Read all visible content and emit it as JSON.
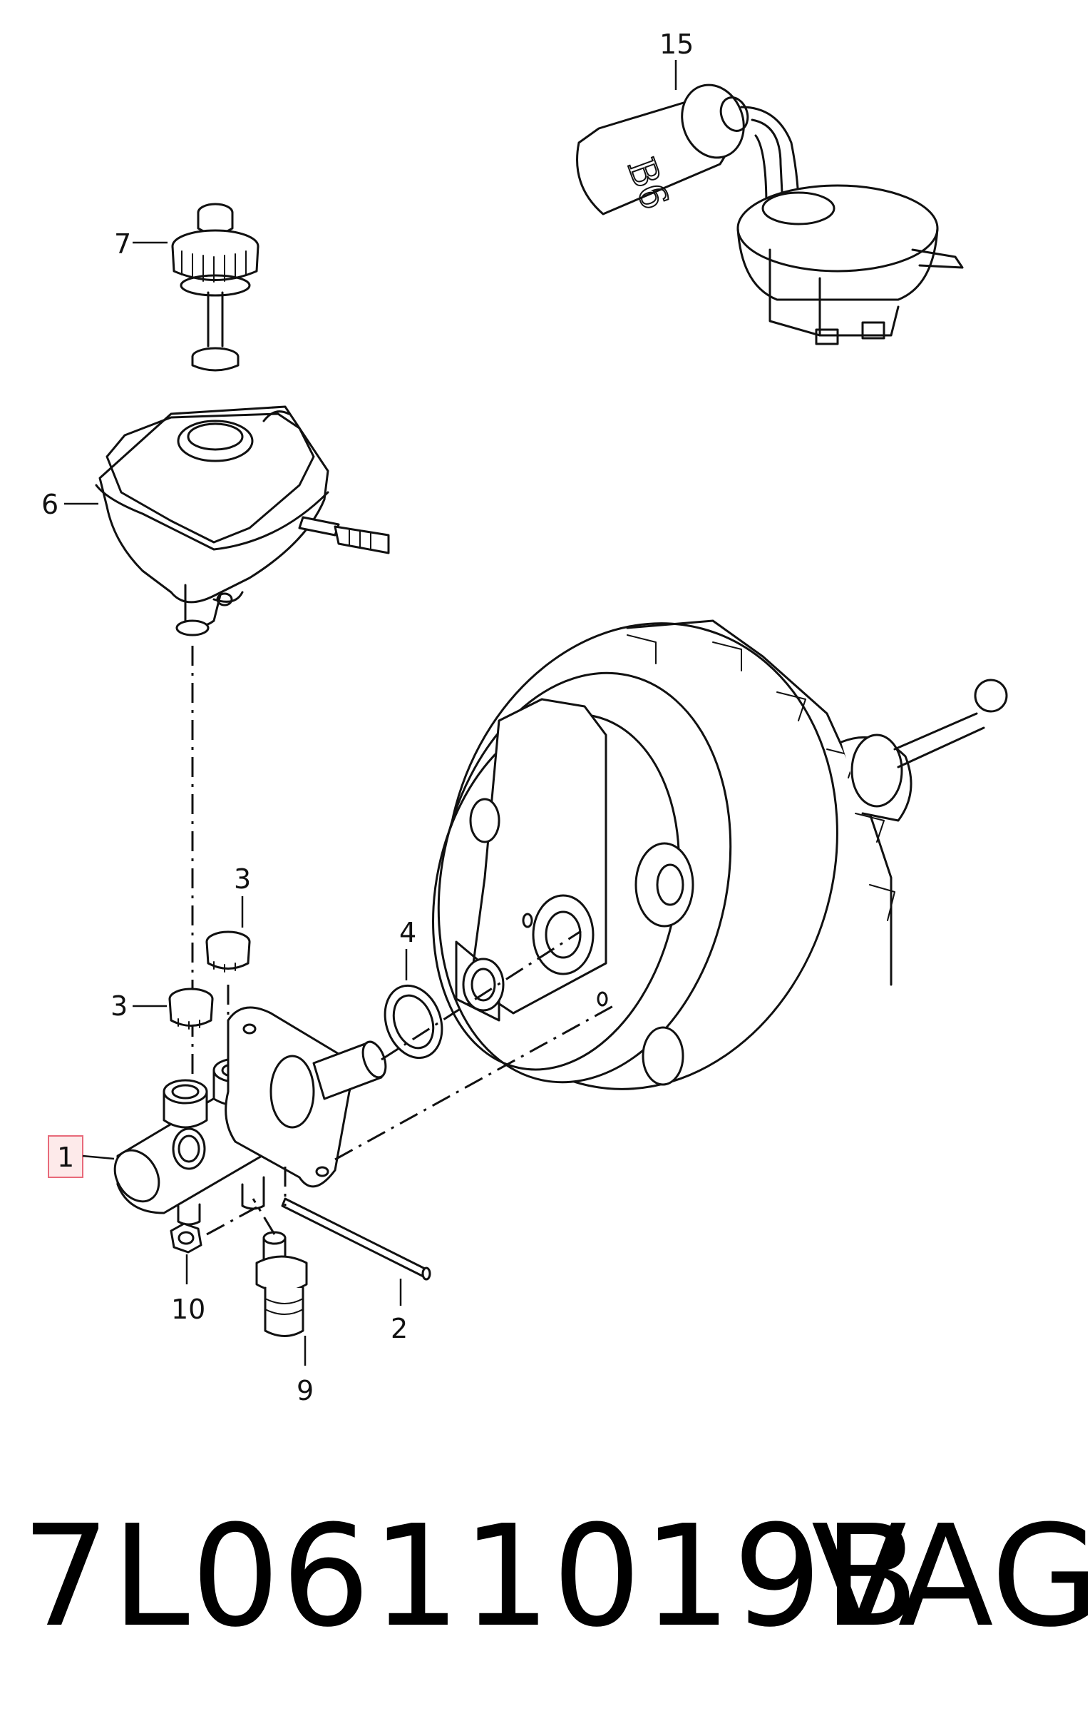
{
  "callouts": [
    "15",
    "7",
    "6",
    "3",
    "3",
    "4",
    "1",
    "10",
    "2",
    "9"
  ],
  "caption": {
    "part_number": "7L0611019B",
    "brand": "VAG"
  },
  "colors": {
    "highlight_border": "#e86a7a",
    "highlight_fill": "#fdeaea",
    "line": "#111111"
  }
}
